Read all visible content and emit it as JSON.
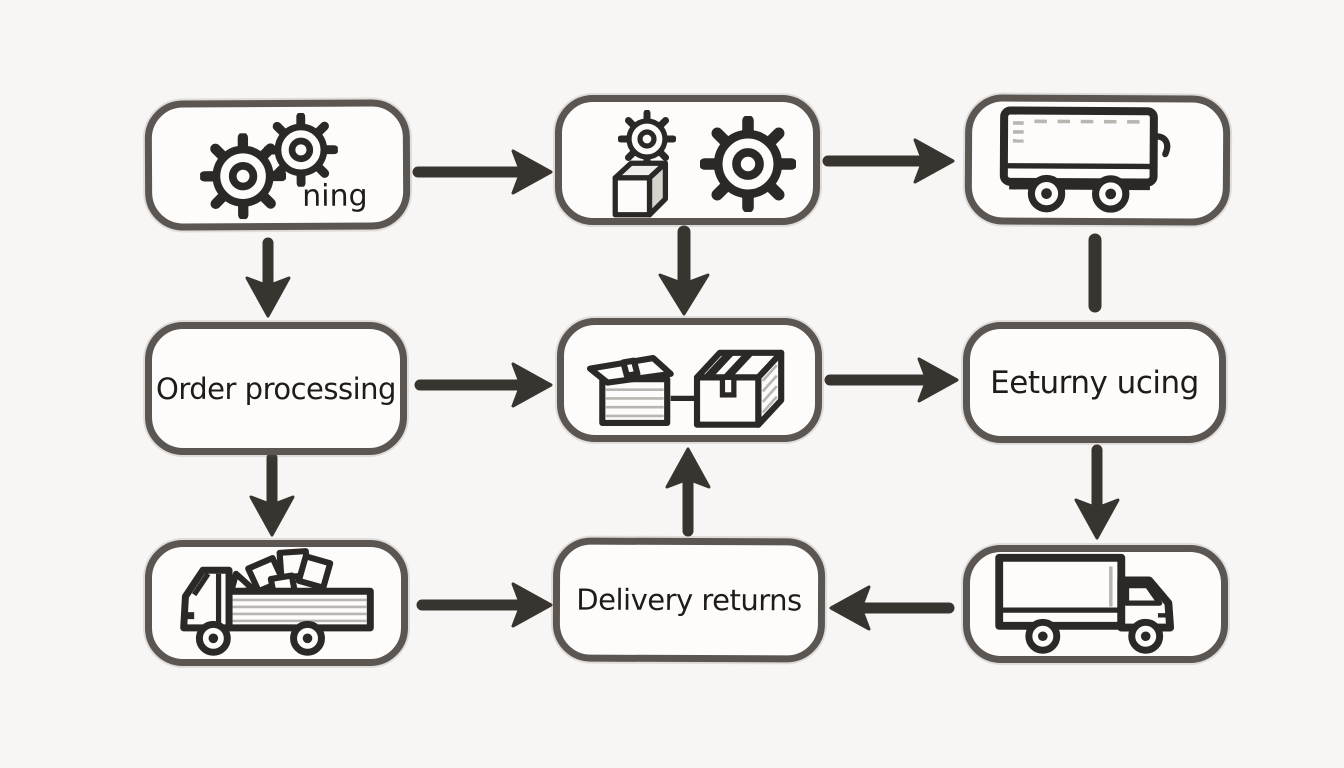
{
  "palette": {
    "background": "#f8f6f4",
    "box_fill": "#fdfcfb",
    "box_border": "#5b5652",
    "arrow_ink": "#38342f",
    "icon_ink": "#2b2826",
    "label_ink": "#1e1c19"
  },
  "flowchart": {
    "type": "hand-drawn process flowchart",
    "nodes": [
      {
        "id": "planning",
        "row": 1,
        "col": 1,
        "label": "ning",
        "icons": [
          "gear-icon",
          "gear-icon"
        ]
      },
      {
        "id": "assembly",
        "row": 1,
        "col": 2,
        "label": "",
        "icons": [
          "gear-icon",
          "cube-icon",
          "gear-icon"
        ]
      },
      {
        "id": "outbound-truck",
        "row": 1,
        "col": 3,
        "label": "",
        "icons": [
          "box-truck-icon"
        ]
      },
      {
        "id": "order-processing",
        "row": 2,
        "col": 1,
        "label": "Order processing",
        "icons": []
      },
      {
        "id": "packages",
        "row": 2,
        "col": 2,
        "label": "",
        "icons": [
          "package-icon",
          "package-icon"
        ]
      },
      {
        "id": "returns",
        "row": 2,
        "col": 3,
        "label": "Eeturny ucing",
        "icons": []
      },
      {
        "id": "loaded-truck",
        "row": 3,
        "col": 1,
        "label": "",
        "icons": [
          "loaded-truck-icon"
        ]
      },
      {
        "id": "delivery-returns",
        "row": 3,
        "col": 2,
        "label": "Delivery returns",
        "icons": []
      },
      {
        "id": "return-truck",
        "row": 3,
        "col": 3,
        "label": "",
        "icons": [
          "delivery-truck-icon"
        ]
      }
    ],
    "edges": [
      {
        "from": "planning",
        "to": "assembly",
        "direction": "right",
        "arrowhead": true
      },
      {
        "from": "assembly",
        "to": "outbound-truck",
        "direction": "right",
        "arrowhead": true
      },
      {
        "from": "planning",
        "to": "order-processing",
        "direction": "down",
        "arrowhead": true
      },
      {
        "from": "assembly",
        "to": "packages",
        "direction": "down",
        "arrowhead": true
      },
      {
        "from": "outbound-truck",
        "to": "returns",
        "direction": "down",
        "arrowhead": false
      },
      {
        "from": "order-processing",
        "to": "packages",
        "direction": "right",
        "arrowhead": true
      },
      {
        "from": "packages",
        "to": "returns",
        "direction": "right",
        "arrowhead": true
      },
      {
        "from": "order-processing",
        "to": "loaded-truck",
        "direction": "down",
        "arrowhead": true
      },
      {
        "from": "returns",
        "to": "return-truck",
        "direction": "down",
        "arrowhead": true
      },
      {
        "from": "loaded-truck",
        "to": "delivery-returns",
        "direction": "right",
        "arrowhead": true
      },
      {
        "from": "return-truck",
        "to": "delivery-returns",
        "direction": "left",
        "arrowhead": true
      },
      {
        "from": "delivery-returns",
        "to": "packages",
        "direction": "up",
        "arrowhead": true
      }
    ]
  }
}
